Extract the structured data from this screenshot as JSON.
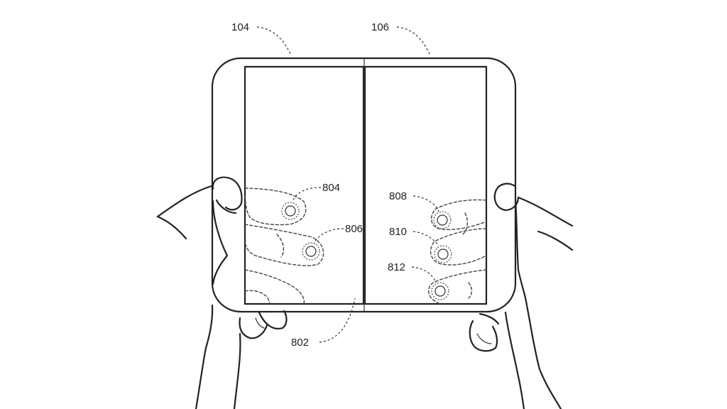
{
  "references": {
    "left_screen": "104",
    "right_screen": "106",
    "hinge": "802",
    "touch_a": "804",
    "touch_b": "806",
    "touch_c": "808",
    "touch_d": "810",
    "touch_e": "812"
  },
  "colors": {
    "line": "#222222",
    "background": "#ffffff"
  }
}
